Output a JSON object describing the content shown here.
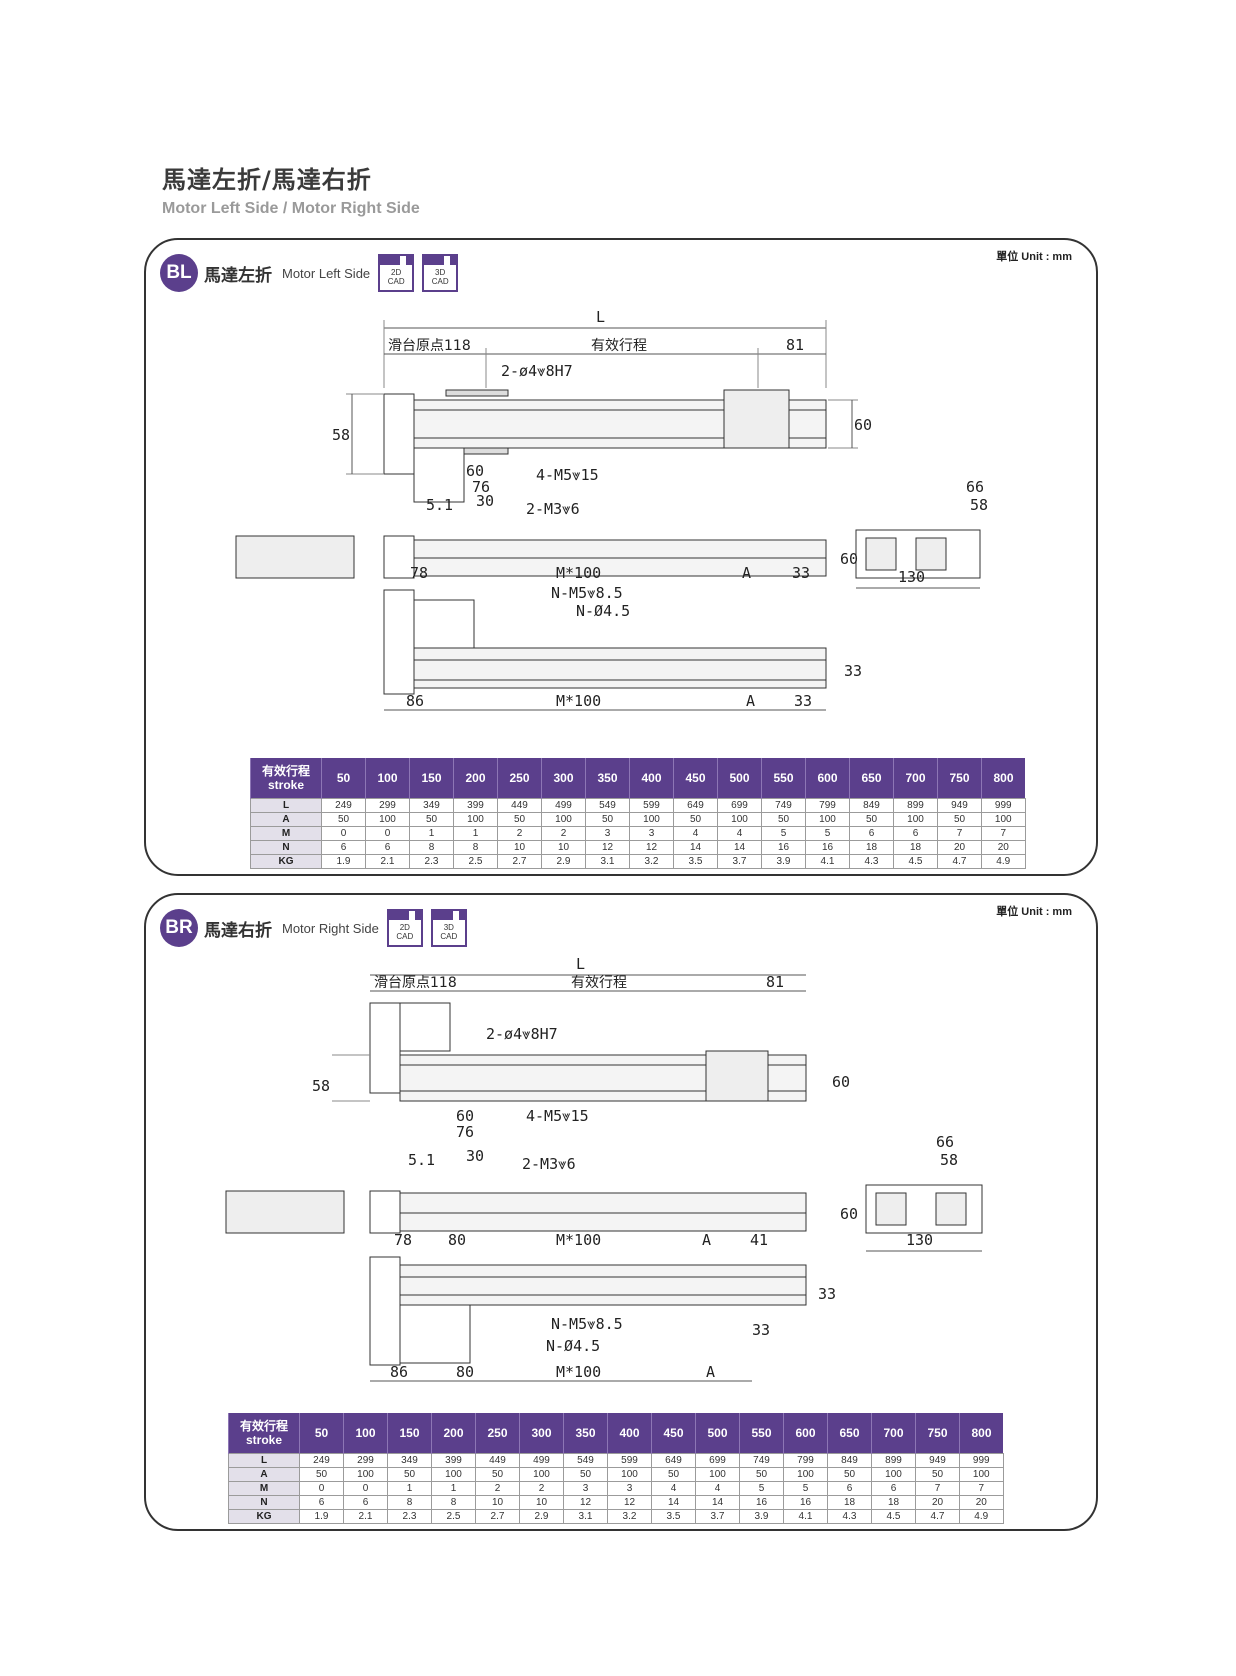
{
  "page": {
    "title": "馬達左折/馬達右折",
    "subtitle": "Motor Left Side / Motor Right Side"
  },
  "panels": [
    {
      "badge": "BL",
      "title_zh": "馬達左折",
      "title_en": "Motor Left Side",
      "unit": "單位 Unit : mm",
      "cad_2d": [
        "2D",
        "CAD"
      ],
      "cad_3d": [
        "3D",
        "CAD"
      ],
      "dims": {
        "L": "L",
        "origin": "滑台原点118",
        "stroke": "有效行程",
        "d81": "81",
        "pin": "2-ø4⩔8H7",
        "tap4": "4-M5⩔15",
        "d60a": "60",
        "d76": "76",
        "d58": "58",
        "d60": "60",
        "d51": "5.1",
        "d30": "30",
        "tap2": "2-M3⩔6",
        "d66": "66",
        "d58b": "58",
        "d60b": "60",
        "d130": "130",
        "d78": "78",
        "m100": "M*100",
        "dA": "A",
        "d33": "33",
        "nm5": "N-M5⩔8.5",
        "n45": "N-Ø4.5",
        "d33b": "33",
        "d86": "86",
        "m100b": "M*100",
        "dAb": "A",
        "d33c": "33"
      }
    },
    {
      "badge": "BR",
      "title_zh": "馬達右折",
      "title_en": "Motor Right Side",
      "unit": "單位 Unit : mm",
      "cad_2d": [
        "2D",
        "CAD"
      ],
      "cad_3d": [
        "3D",
        "CAD"
      ],
      "dims": {
        "L": "L",
        "origin": "滑台原点118",
        "stroke": "有效行程",
        "d81": "81",
        "pin": "2-ø4⩔8H7",
        "tap4": "4-M5⩔15",
        "d60a": "60",
        "d76": "76",
        "d58": "58",
        "d60": "60",
        "d51": "5.1",
        "d30": "30",
        "tap2": "2-M3⩔6",
        "d66": "66",
        "d58b": "58",
        "d60b": "60",
        "d130": "130",
        "d78": "78",
        "d80": "80",
        "m100": "M*100",
        "dA": "A",
        "d41": "41",
        "d33": "33",
        "nm5": "N-M5⩔8.5",
        "n45": "N-Ø4.5",
        "d33b": "33",
        "d86": "86",
        "d80b": "80",
        "m100b": "M*100",
        "dAb": "A"
      }
    }
  ],
  "table": {
    "header_zh": "有效行程",
    "header_en": "stroke",
    "strokes": [
      "50",
      "100",
      "150",
      "200",
      "250",
      "300",
      "350",
      "400",
      "450",
      "500",
      "550",
      "600",
      "650",
      "700",
      "750",
      "800"
    ],
    "rows": [
      {
        "label": "L",
        "values": [
          "249",
          "299",
          "349",
          "399",
          "449",
          "499",
          "549",
          "599",
          "649",
          "699",
          "749",
          "799",
          "849",
          "899",
          "949",
          "999"
        ]
      },
      {
        "label": "A",
        "values": [
          "50",
          "100",
          "50",
          "100",
          "50",
          "100",
          "50",
          "100",
          "50",
          "100",
          "50",
          "100",
          "50",
          "100",
          "50",
          "100"
        ]
      },
      {
        "label": "M",
        "values": [
          "0",
          "0",
          "1",
          "1",
          "2",
          "2",
          "3",
          "3",
          "4",
          "4",
          "5",
          "5",
          "6",
          "6",
          "7",
          "7"
        ]
      },
      {
        "label": "N",
        "values": [
          "6",
          "6",
          "8",
          "8",
          "10",
          "10",
          "12",
          "12",
          "14",
          "14",
          "16",
          "16",
          "18",
          "18",
          "20",
          "20"
        ]
      },
      {
        "label": "KG",
        "values": [
          "1.9",
          "2.1",
          "2.3",
          "2.5",
          "2.7",
          "2.9",
          "3.1",
          "3.2",
          "3.5",
          "3.7",
          "3.9",
          "4.1",
          "4.3",
          "4.5",
          "4.7",
          "4.9"
        ]
      }
    ]
  }
}
